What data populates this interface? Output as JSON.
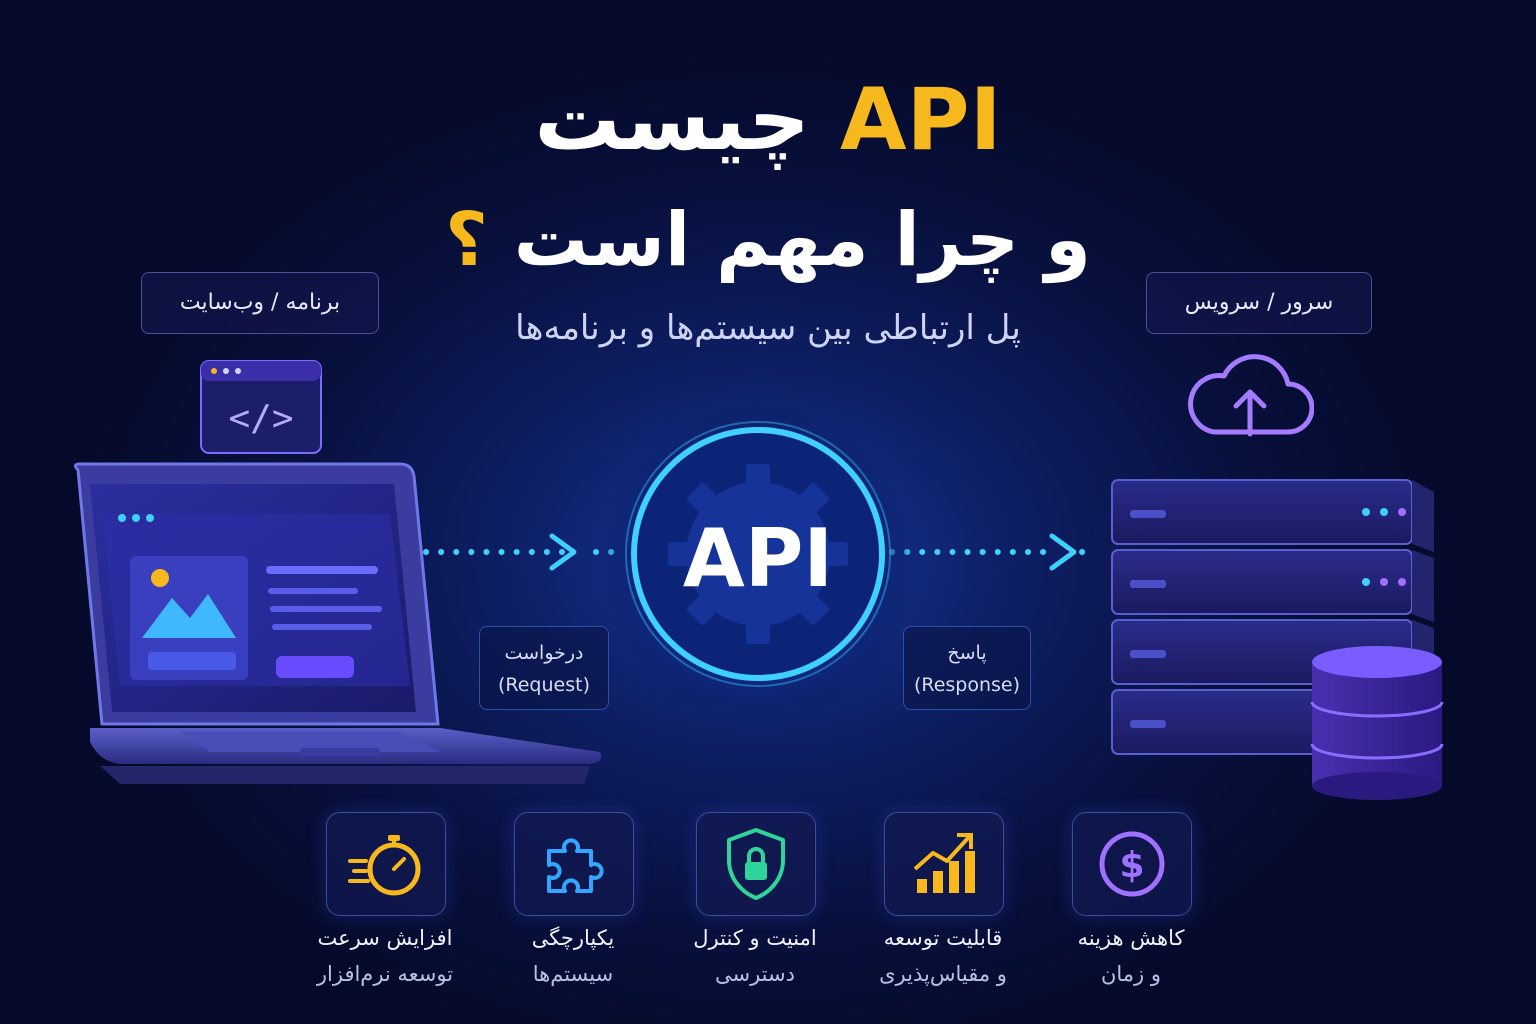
{
  "title": {
    "api": "API",
    "line1_rest": "چیست",
    "line2": "و چرا مهم است",
    "question_mark": "؟"
  },
  "subtitle": "پل ارتباطی بین سیستم‌ها و برنامه‌ها",
  "client_label": "برنامه / وب‌سایت",
  "server_label": "سرور / سرویس",
  "center_label": "API",
  "code_icon_text": "</>",
  "request": {
    "line1": "درخواست",
    "line2": "(Request)"
  },
  "response": {
    "line1": "پاسخ",
    "line2": "(Response)"
  },
  "features": [
    {
      "icon": "stopwatch-icon",
      "line1": "افزایش سرعت",
      "line2": "توسعه نرم‌افزار",
      "color": "#f6b81c"
    },
    {
      "icon": "puzzle-icon",
      "line1": "یکپارچگی",
      "line2": "سیستم‌ها",
      "color": "#33a6ff"
    },
    {
      "icon": "shield-lock-icon",
      "line1": "امنیت و کنترل",
      "line2": "دسترسی",
      "color": "#2fd49a"
    },
    {
      "icon": "growth-chart-icon",
      "line1": "قابلیت توسعه",
      "line2": "و مقیاس‌پذیری",
      "color": "#f6b81c"
    },
    {
      "icon": "dollar-coin-icon",
      "line1": "کاهش هزینه",
      "line2": "و زمان",
      "color": "#a070ff"
    }
  ],
  "colors": {
    "accent_yellow": "#f6b81c",
    "accent_cyan": "#3fd0ff",
    "accent_purple": "#8a6cff",
    "background": "#08103d"
  }
}
